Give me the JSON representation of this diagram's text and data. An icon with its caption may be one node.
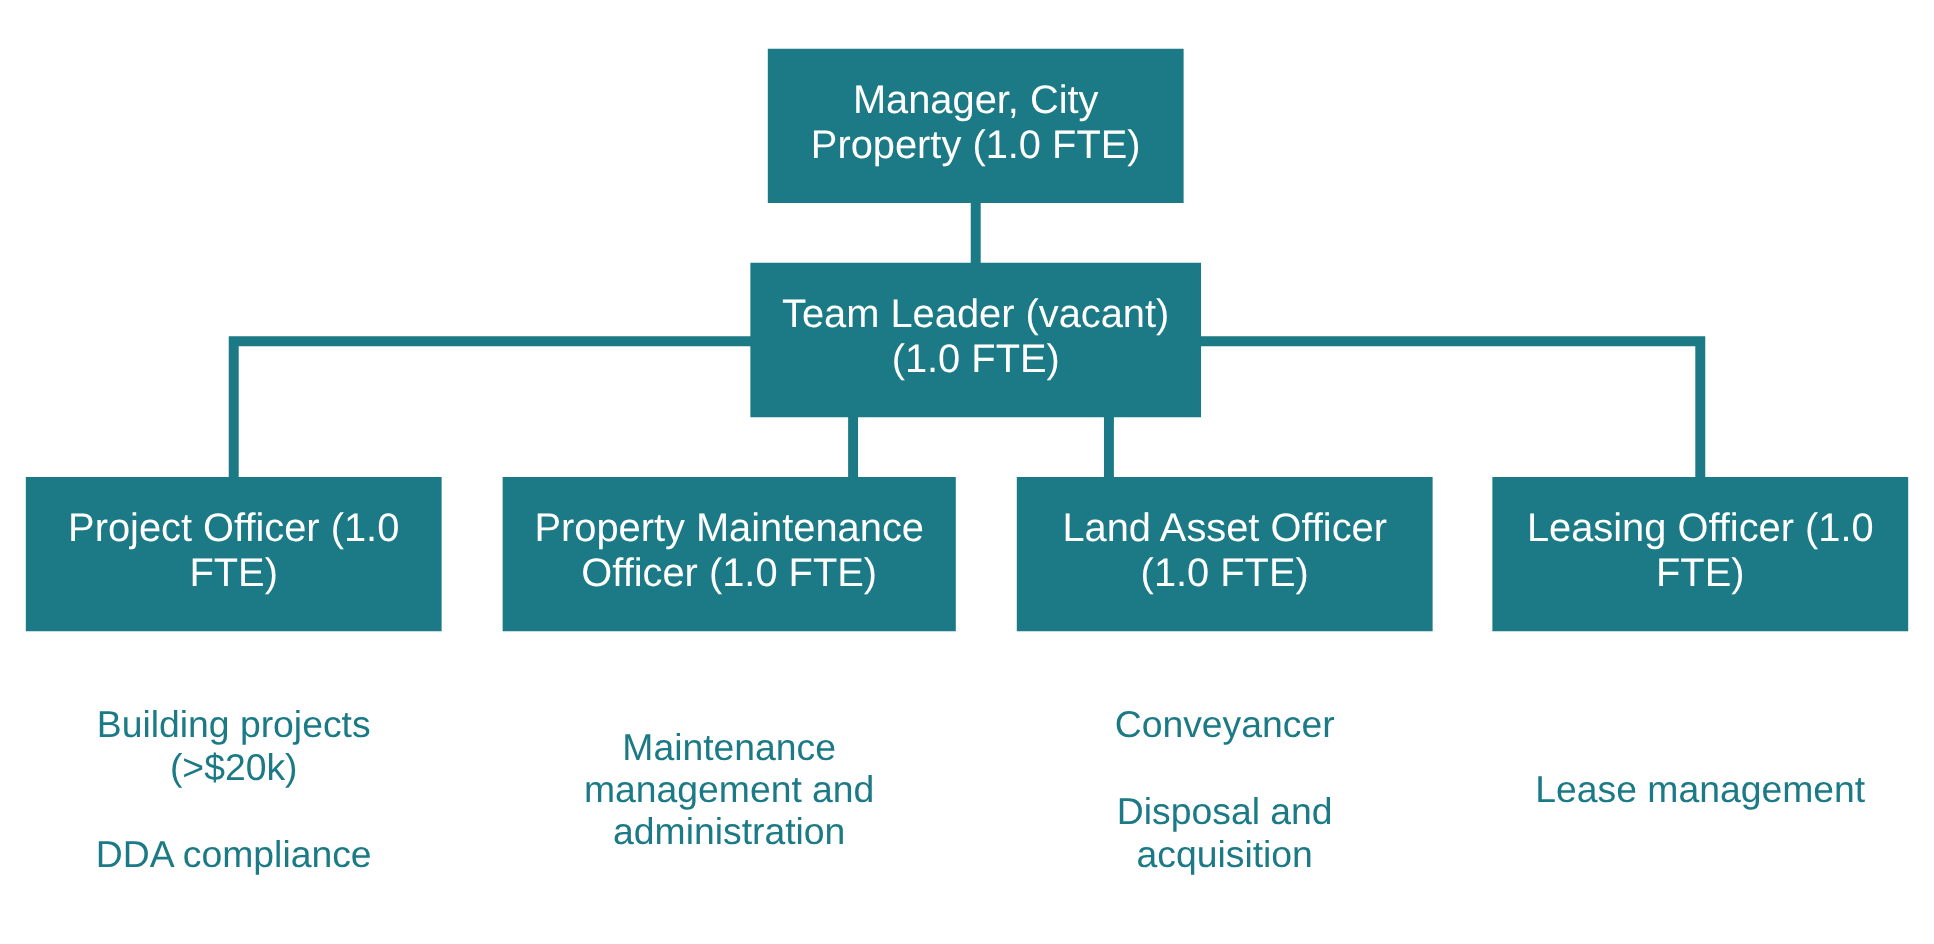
{
  "diagram": {
    "nodes": [
      {
        "text": [
          "Manager, City Property (1.0 FTE)"
        ]
      },
      {
        "text": [
          "Team Leader (vacant) (1.0 FTE)"
        ]
      },
      {
        "text": [
          "Project Officer (1.0 FTE)"
        ],
        "beside": [
          "Building projects (>$20k)",
          "DDA compliance"
        ]
      },
      {
        "text": [
          "Property Maintenance Officer (1.0 FTE)"
        ],
        "beside": [
          "Maintenance management and administration"
        ]
      },
      {
        "text": [
          "Land Asset Officer (1.0 FTE)"
        ],
        "beside": [
          "Conveyancer",
          "Disposal and acquisition"
        ]
      },
      {
        "text": [
          "Leasing Officer (1.0 FTE)"
        ],
        "beside": [
          "Lease management"
        ]
      }
    ],
    "edges": [
      {
        "from": 0,
        "to": 1,
        "arrow": "none"
      },
      {
        "from": 1,
        "to": 2,
        "arrow": "none"
      },
      {
        "from": 1,
        "to": 3,
        "arrow": "none"
      },
      {
        "from": 1,
        "to": 4,
        "arrow": "none"
      },
      {
        "from": 1,
        "to": 5,
        "arrow": "none"
      }
    ]
  }
}
